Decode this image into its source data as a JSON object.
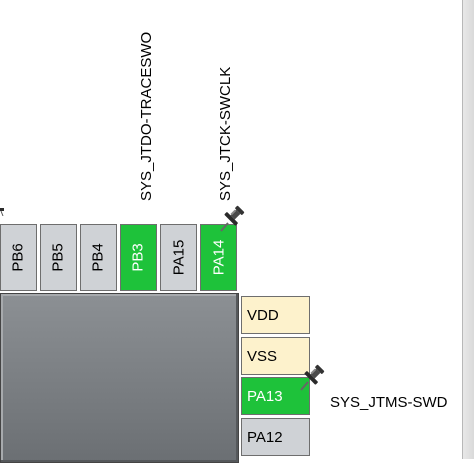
{
  "top_pins": [
    {
      "label": "PB6",
      "state": "unassigned"
    },
    {
      "label": "PB5",
      "state": "unassigned"
    },
    {
      "label": "PB4",
      "state": "unassigned"
    },
    {
      "label": "PB3",
      "state": "assigned"
    },
    {
      "label": "PA15",
      "state": "unassigned"
    },
    {
      "label": "PA14",
      "state": "assigned"
    }
  ],
  "right_pins": [
    {
      "label": "VDD",
      "state": "power"
    },
    {
      "label": "VSS",
      "state": "power"
    },
    {
      "label": "PA13",
      "state": "assigned"
    },
    {
      "label": "PA12",
      "state": "unassigned"
    }
  ],
  "signals": {
    "pb3": "SYS_JTDO-TRACESWO",
    "pa14": "SYS_JTCK-SWCLK",
    "pa13": "SYS_JTMS-SWD"
  },
  "colors": {
    "assigned": "#1ec23a",
    "unassigned": "#cfd2d6",
    "power": "#fdf2cc",
    "chip_body": "#7a7e82"
  },
  "icons": {
    "locked_pin": "pushpin-icon"
  }
}
